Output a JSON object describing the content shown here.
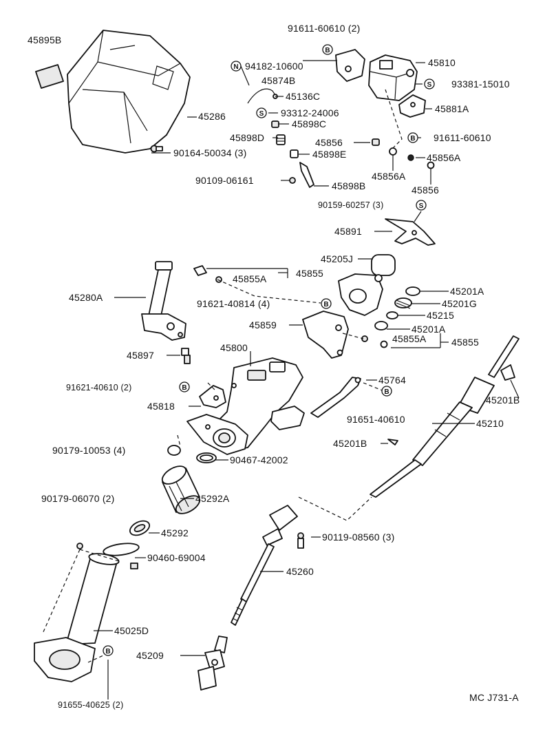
{
  "labels": {
    "p45895B": "45895B",
    "p45286": "45286",
    "p90164": "90164-50034 (3)",
    "p91611a": "91611-60610 (2)",
    "p94182": "94182-10600",
    "p45874B": "45874B",
    "p45136C": "45136C",
    "p93312": "93312-24006",
    "p45898C": "45898C",
    "p45898D": "45898D",
    "p45856a": "45856",
    "p45898E": "45898E",
    "p90109": "90109-06161",
    "p45898B": "45898B",
    "p45810": "45810",
    "p93381": "93381-15010",
    "p45881A": "45881A",
    "p91611b": "91611-60610",
    "p45856Aa": "45856A",
    "p45856Ab": "45856A",
    "p45856b": "45856",
    "p90159": "90159-60257 (3)",
    "p45891": "45891",
    "p45205J": "45205J",
    "p45280A": "45280A",
    "p45855Aa": "45855A",
    "p45855a": "45855",
    "p91621a": "91621-40814 (4)",
    "p45201Aa": "45201A",
    "p45201G": "45201G",
    "p45215": "45215",
    "p45859": "45859",
    "p45201Ab": "45201A",
    "p45855Ab": "45855A",
    "p45855b": "45855",
    "p45897": "45897",
    "p45800": "45800",
    "p91621b": "91621-40610 (2)",
    "p45818": "45818",
    "p45764": "45764",
    "p45201Ba": "45201B",
    "p91651": "91651-40610",
    "p45210": "45210",
    "p45201Bb": "45201B",
    "p90179a": "90179-10053 (4)",
    "p90467": "90467-42002",
    "p90179b": "90179-06070 (2)",
    "p45292A": "45292A",
    "p45292": "45292",
    "p90119": "90119-08560 (3)",
    "p90460": "90460-69004",
    "p45260": "45260",
    "p45025D": "45025D",
    "p45209": "45209",
    "p91655": "91655-40625 (2)",
    "ref": "MC J731-A"
  },
  "markers": {
    "b": "B",
    "n": "N",
    "s": "S"
  }
}
